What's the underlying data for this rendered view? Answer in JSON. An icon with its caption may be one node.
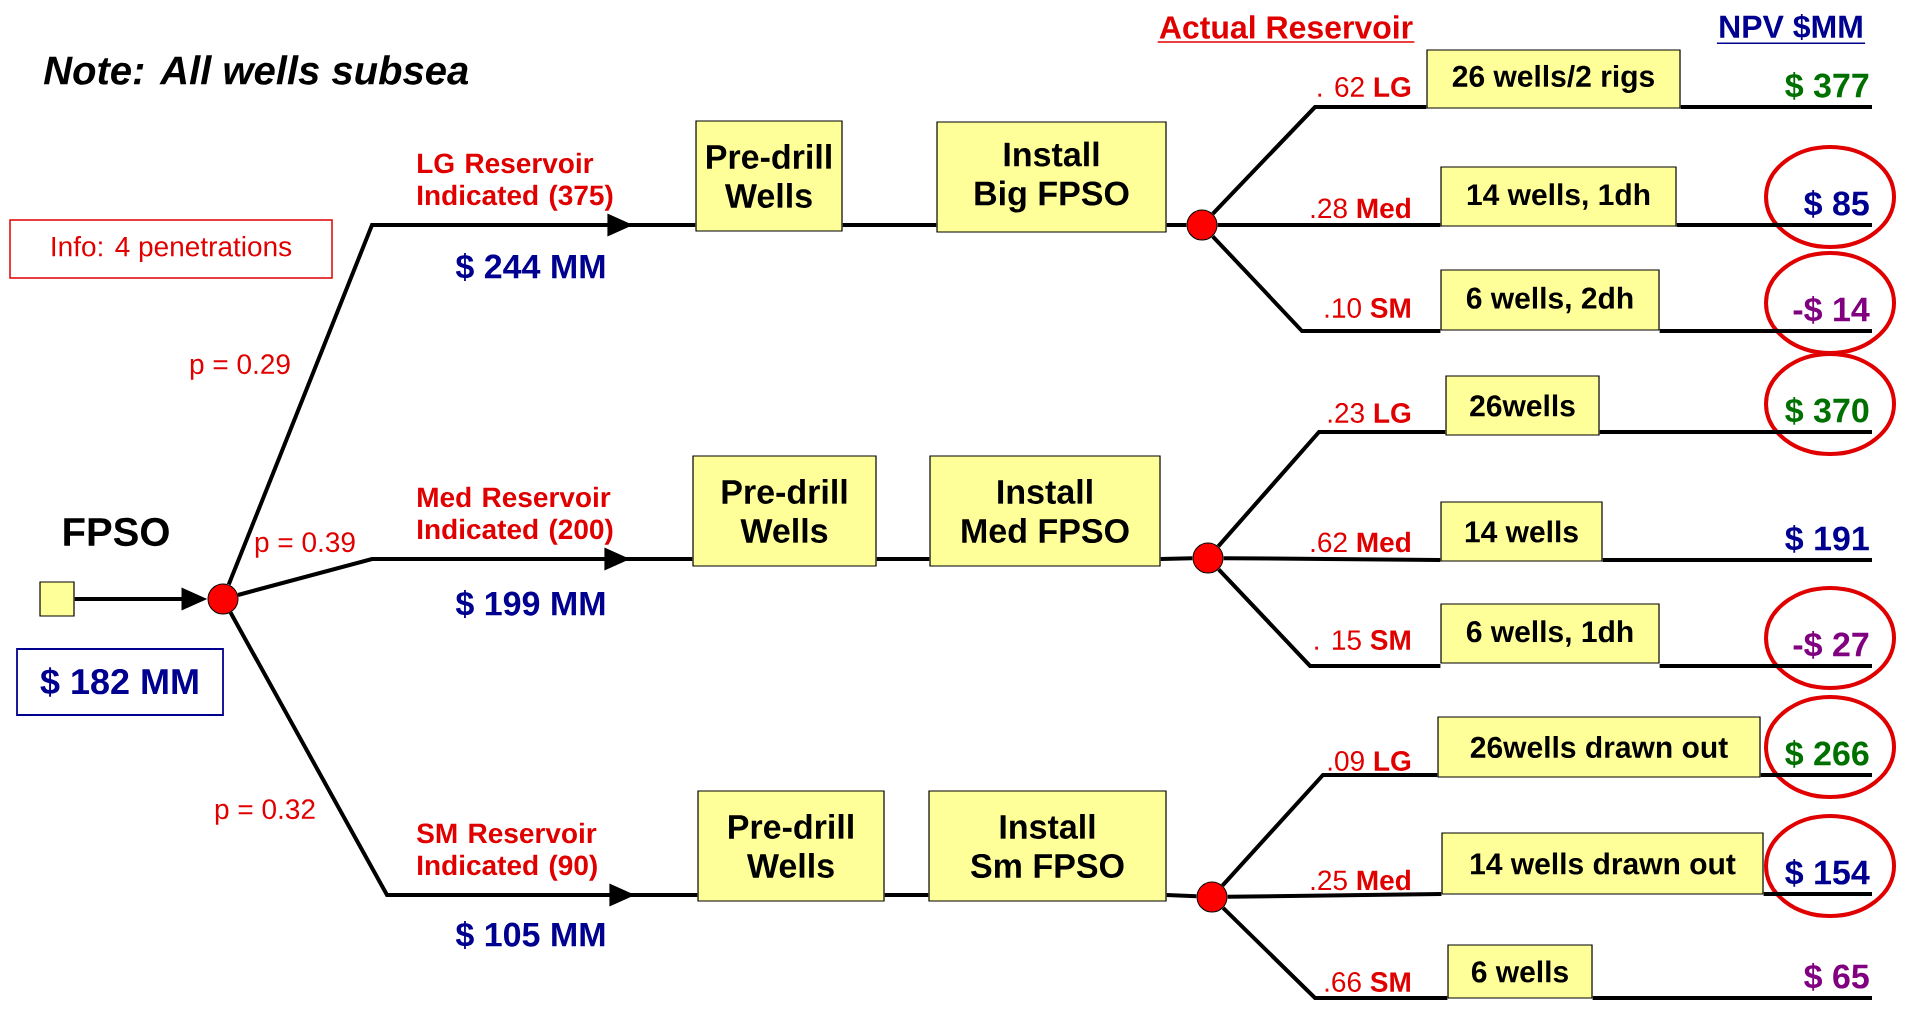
{
  "diagram": {
    "title": "Note:  All wells subsea",
    "nodes": [
      {
        "text": [],
        "shape": "box",
        "beside": [
          "FPSO"
        ]
      },
      {
        "text": [
          "$ 182 MM"
        ]
      },
      {
        "text": [
          "Info:  4 penetrations"
        ]
      },
      {
        "text": [],
        "shape": "circle"
      },
      {
        "text": [
          "Pre-drill Wells"
        ]
      },
      {
        "text": [
          "Install Big FPSO"
        ]
      },
      {
        "text": [],
        "shape": "circle"
      },
      {
        "text": [
          "26 wells/2 rigs"
        ]
      },
      {
        "text": [
          "14 wells, 1dh"
        ]
      },
      {
        "text": [
          "6 wells, 2dh"
        ]
      },
      {
        "text": [
          "$ 377"
        ]
      },
      {
        "text": [
          "$ 85"
        ]
      },
      {
        "text": [
          "-$ 14"
        ]
      },
      {
        "text": [
          "Pre-drill Wells"
        ]
      },
      {
        "text": [
          "Install Med FPSO"
        ]
      },
      {
        "text": [],
        "shape": "circle"
      },
      {
        "text": [
          "26wells"
        ]
      },
      {
        "text": [
          "14 wells"
        ]
      },
      {
        "text": [
          "6 wells, 1dh"
        ]
      },
      {
        "text": [
          "$ 370"
        ]
      },
      {
        "text": [
          "$ 191"
        ]
      },
      {
        "text": [
          "-$ 27"
        ]
      },
      {
        "text": [
          "Pre-drill Wells"
        ]
      },
      {
        "text": [
          "Install Sm FPSO"
        ]
      },
      {
        "text": [],
        "shape": "circle"
      },
      {
        "text": [
          "26wells drawn out"
        ]
      },
      {
        "text": [
          "14 wells drawn out"
        ]
      },
      {
        "text": [
          "6 wells"
        ]
      },
      {
        "text": [
          "$ 266"
        ]
      },
      {
        "text": [
          "$ 154"
        ]
      },
      {
        "text": [
          "$ 65"
        ]
      }
    ],
    "edges": [
      {
        "from": 0,
        "to": 3,
        "arrow": "to"
      },
      {
        "from": 3,
        "to": 4,
        "arrow": "to",
        "label": "LG Reservoir Indicated (375)"
      },
      {
        "from": 4,
        "to": 5,
        "arrow": "none"
      },
      {
        "from": 5,
        "to": 6,
        "arrow": "none"
      },
      {
        "from": 6,
        "to": 7,
        "arrow": "none",
        "label": ". 62 **LG**"
      },
      {
        "from": 6,
        "to": 8,
        "arrow": "none",
        "label": ".28 **Med**"
      },
      {
        "from": 6,
        "to": 9,
        "arrow": "none",
        "label": ".10 **SM**"
      },
      {
        "from": 7,
        "to": 10,
        "arrow": "none"
      },
      {
        "from": 8,
        "to": 11,
        "arrow": "none"
      },
      {
        "from": 9,
        "to": 12,
        "arrow": "none"
      },
      {
        "from": 3,
        "to": 13,
        "arrow": "to",
        "label": "Med Reservoir Indicated (200)"
      },
      {
        "from": 13,
        "to": 14,
        "arrow": "none"
      },
      {
        "from": 14,
        "to": 15,
        "arrow": "none"
      },
      {
        "from": 15,
        "to": 16,
        "arrow": "none",
        "label": ".23 **LG**"
      },
      {
        "from": 15,
        "to": 17,
        "arrow": "none",
        "label": ".62 **Med**"
      },
      {
        "from": 15,
        "to": 18,
        "arrow": "none",
        "label": ". 15 **SM**"
      },
      {
        "from": 16,
        "to": 19,
        "arrow": "none"
      },
      {
        "from": 17,
        "to": 20,
        "arrow": "none"
      },
      {
        "from": 18,
        "to": 21,
        "arrow": "none"
      },
      {
        "from": 3,
        "to": 22,
        "arrow": "to",
        "label": "SM Reservoir Indicated (90)"
      },
      {
        "from": 22,
        "to": 23,
        "arrow": "none"
      },
      {
        "from": 23,
        "to": 24,
        "arrow": "none"
      },
      {
        "from": 24,
        "to": 25,
        "arrow": "none",
        "label": ".09 **LG**"
      },
      {
        "from": 24,
        "to": 26,
        "arrow": "none",
        "label": ".25 **Med**"
      },
      {
        "from": 24,
        "to": 27,
        "arrow": "none",
        "label": ".66 **SM**"
      },
      {
        "from": 25,
        "to": 28,
        "arrow": "none"
      },
      {
        "from": 26,
        "to": 29,
        "arrow": "none"
      },
      {
        "from": 27,
        "to": 30,
        "arrow": "none"
      }
    ],
    "labels": [
      "Actual Reservoir",
      "NPV $MM",
      "p  = 0.29",
      "$ 244 MM",
      "p  = 0.39",
      "$ 199 MM",
      "p  = 0.32",
      "$ 105 MM"
    ]
  }
}
